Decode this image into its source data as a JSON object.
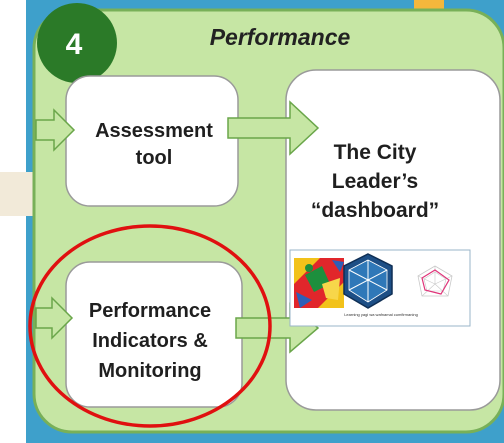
{
  "panel": {
    "step_number": "4",
    "title": "Performance"
  },
  "boxes": {
    "assessment": {
      "lines": [
        "Assessment",
        "tool"
      ]
    },
    "performance": {
      "lines": [
        "Performance",
        "Indicators &",
        "Monitoring"
      ]
    },
    "dashboard": {
      "lines": [
        "The City",
        "Leader’s",
        "“dashboard”"
      ]
    }
  },
  "dashboard_image": {
    "caption": "Learning yagi wa wafnamal cumfirmaning"
  },
  "colors": {
    "panel_fill": "#c6e6a4",
    "panel_border": "#78b058",
    "step_circle": "#2b7a28",
    "arrow_fill": "#c6e6a4",
    "highlight_circle": "#e01010",
    "background_teal": "#3ea0cb",
    "background_gold": "#f4b73c"
  },
  "icons": [
    "mosaic-square-icon",
    "hexagon-icon",
    "radar-chart-icon"
  ]
}
